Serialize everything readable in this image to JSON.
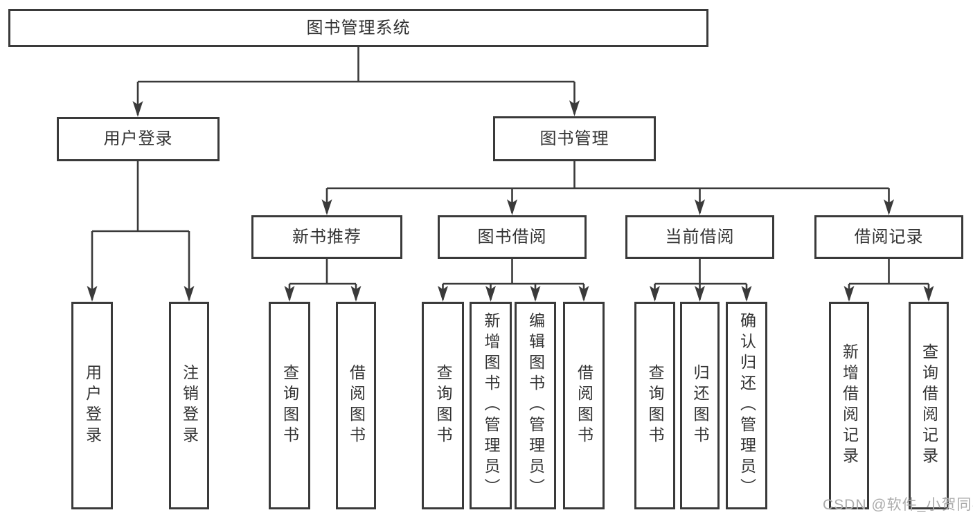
{
  "tree": {
    "root": {
      "label": "图书管理系统"
    },
    "branches": [
      {
        "label": "用户登录",
        "children": [
          {
            "label": "用户登录"
          },
          {
            "label": "注销登录"
          }
        ]
      },
      {
        "label": "图书管理",
        "children": [
          {
            "label": "新书推荐",
            "children": [
              {
                "label": "查询图书"
              },
              {
                "label": "借阅图书"
              }
            ]
          },
          {
            "label": "图书借阅",
            "children": [
              {
                "label": "查询图书"
              },
              {
                "label": "新增图书（管理员）"
              },
              {
                "label": "编辑图书（管理员）"
              },
              {
                "label": "借阅图书"
              }
            ]
          },
          {
            "label": "当前借阅",
            "children": [
              {
                "label": "查询图书"
              },
              {
                "label": "归还图书"
              },
              {
                "label": "确认归还（管理员）"
              }
            ]
          },
          {
            "label": "借阅记录",
            "children": [
              {
                "label": "新增借阅记录"
              },
              {
                "label": "查询借阅记录"
              }
            ]
          }
        ]
      }
    ]
  },
  "watermark": "CSDN @软件_小贺同学",
  "colors": {
    "line": "#3a3a3a",
    "node_text": "#333333",
    "node_fill": "#ffffff",
    "watermark_text": "#ababab",
    "background": "#ffffff"
  }
}
